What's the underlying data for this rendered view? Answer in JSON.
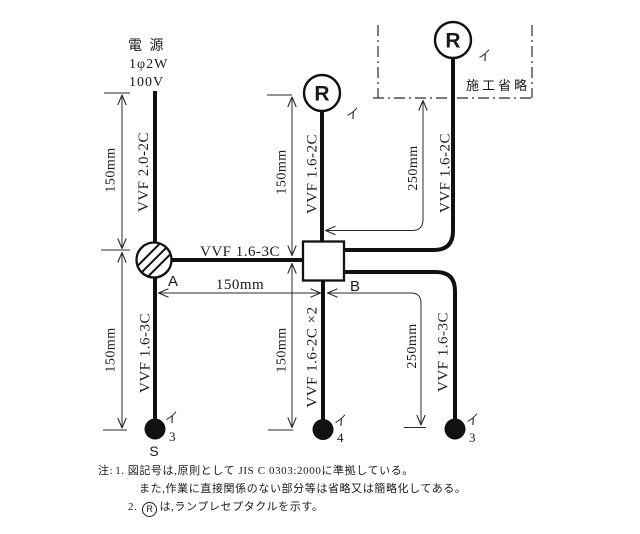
{
  "power": {
    "name": "電 源",
    "phase": "1φ2W",
    "voltage": "100V"
  },
  "area_omitted": "施工省略",
  "receptacle_letter": "R",
  "circuit_mark": "イ",
  "boxes": {
    "a": "A",
    "b": "B"
  },
  "cable_labels": {
    "source": "VVF 2.0-2C",
    "mid_upper": "VVF 1.6-2C",
    "right_upper": "VVF 1.6-2C",
    "a_to_b": "VVF 1.6-3C",
    "left_lower": "VVF 1.6-3C",
    "mid_lower": "VVF 1.6-2C ×2",
    "right_lower": "VVF 1.6-3C"
  },
  "dim_labels": {
    "source_len": "150mm",
    "mid_upper_len": "150mm",
    "right_upper_len": "250mm",
    "a_b_len": "150mm",
    "left_lower_len": "150mm",
    "mid_lower_len": "150mm",
    "right_lower_len": "250mm"
  },
  "switches": {
    "left": {
      "ways": "3",
      "tag": "S"
    },
    "middle": {
      "ways": "4"
    },
    "right": {
      "ways": "3"
    }
  },
  "notes": {
    "head": "注:",
    "item1_no": "1.",
    "item1_line1": "図記号は,原則として JIS C 0303:2000に準拠している。",
    "item1_line2": "また,作業に直接関係のない部分等は省略又は簡略化してある。",
    "item2_no": "2.",
    "item2_symbol": "R",
    "item2_text": "は,ランプレセプタクルを示す。"
  },
  "colors": {
    "ink": "#111111",
    "thin_line": "#2b2b2b",
    "background": "#ffffff"
  }
}
